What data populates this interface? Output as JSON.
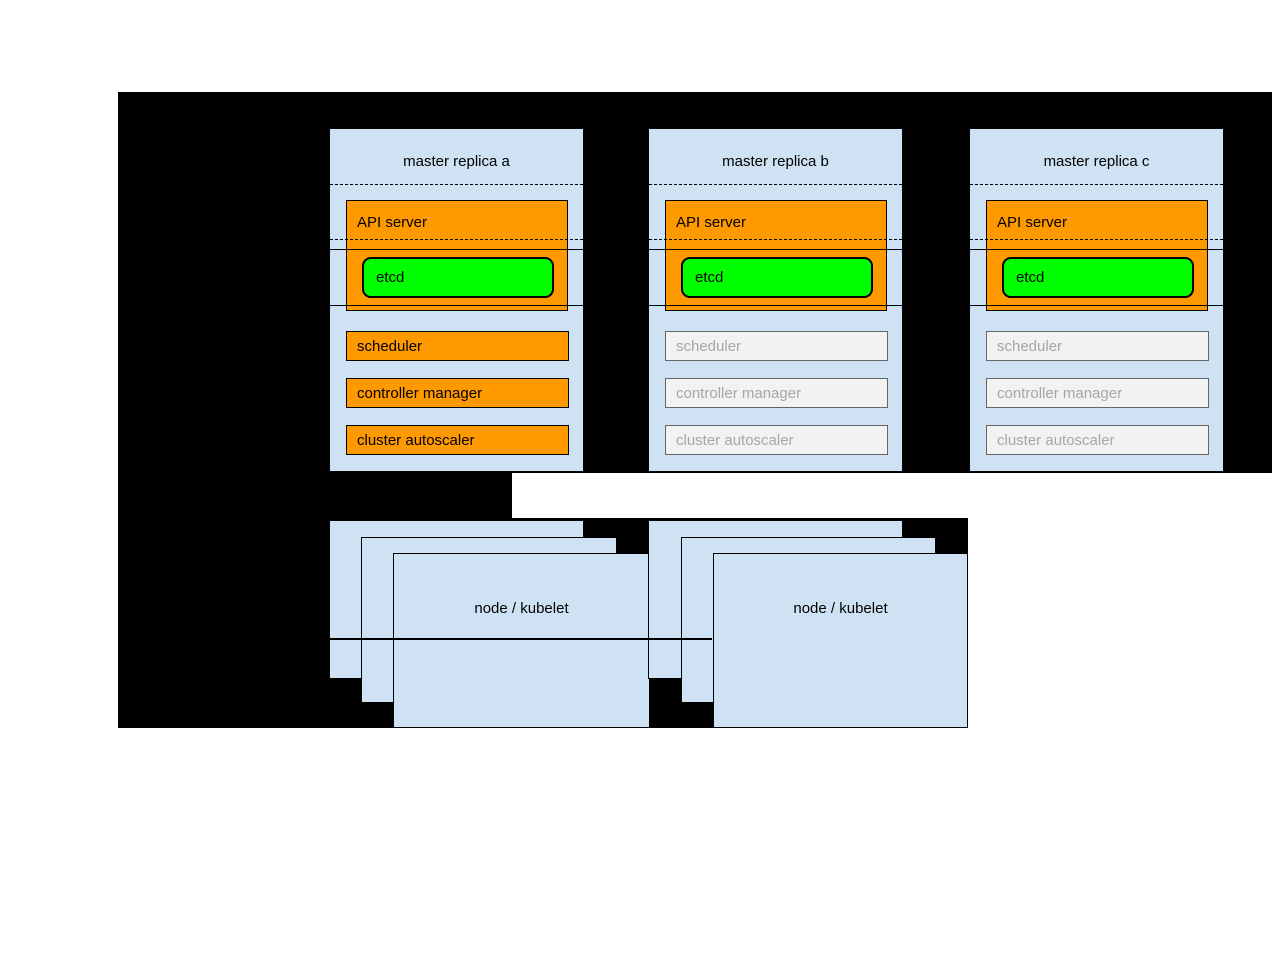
{
  "diagram": {
    "masters": [
      {
        "title": "master replica a",
        "api_server_label": "API server",
        "etcd_label": "etcd",
        "standby": false,
        "components": [
          {
            "label": "scheduler"
          },
          {
            "label": "controller manager"
          },
          {
            "label": "cluster autoscaler"
          }
        ]
      },
      {
        "title": "master replica b",
        "api_server_label": "API server",
        "etcd_label": "etcd",
        "standby": true,
        "components": [
          {
            "label": "scheduler"
          },
          {
            "label": "controller manager"
          },
          {
            "label": "cluster autoscaler"
          }
        ]
      },
      {
        "title": "master replica c",
        "api_server_label": "API server",
        "etcd_label": "etcd",
        "standby": true,
        "components": [
          {
            "label": "scheduler"
          },
          {
            "label": "controller manager"
          },
          {
            "label": "cluster autoscaler"
          }
        ]
      }
    ],
    "node_stacks": [
      {
        "label": "node / kubelet"
      },
      {
        "label": "node / kubelet"
      }
    ],
    "colors": {
      "canvas_background": "#000000",
      "box_blue": "#cfe2f3",
      "active_orange": "#ff9900",
      "etcd_green": "#00ff00",
      "standby_fill": "#f2f2f2",
      "standby_border": "#666666",
      "standby_text": "#a6a6a6"
    }
  }
}
